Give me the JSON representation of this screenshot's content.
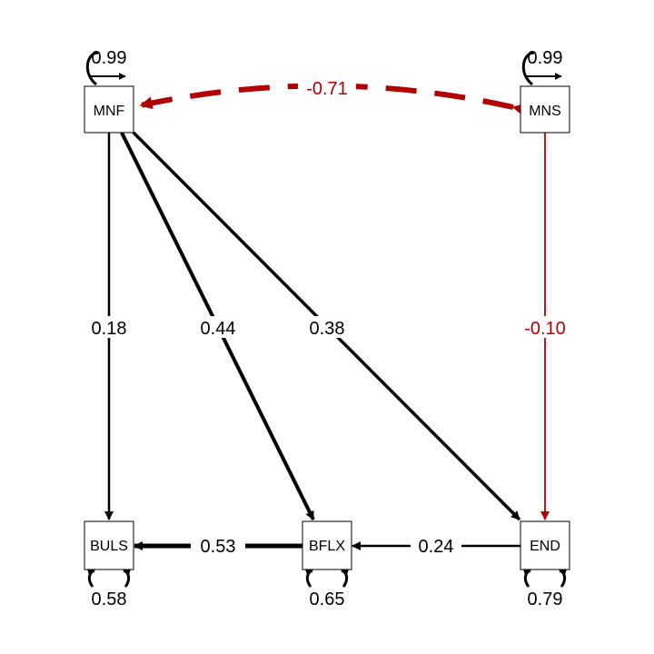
{
  "colors": {
    "positive": "#000000",
    "negative": "#b30000",
    "background": "#ffffff"
  },
  "nodes": {
    "mnf": {
      "label": "MNF",
      "variance": "0.99"
    },
    "mns": {
      "label": "MNS",
      "variance": "0.99"
    },
    "buls": {
      "label": "BULS",
      "variance": "0.58"
    },
    "bflx": {
      "label": "BFLX",
      "variance": "0.65"
    },
    "end": {
      "label": "END",
      "variance": "0.79"
    }
  },
  "edges": {
    "mnf_buls": {
      "from": "MNF",
      "to": "BULS",
      "coef": "0.18"
    },
    "mnf_bflx": {
      "from": "MNF",
      "to": "BFLX",
      "coef": "0.44"
    },
    "mnf_end": {
      "from": "MNF",
      "to": "END",
      "coef": "0.38"
    },
    "mns_end": {
      "from": "MNS",
      "to": "END",
      "coef": "-0.10"
    },
    "bflx_buls": {
      "from": "BFLX",
      "to": "BULS",
      "coef": "0.53"
    },
    "end_bflx": {
      "from": "END",
      "to": "BFLX",
      "coef": "0.24"
    },
    "mnf_mns": {
      "from": "MNF",
      "to": "MNS",
      "coef": "-0.71",
      "type": "covariance"
    }
  }
}
